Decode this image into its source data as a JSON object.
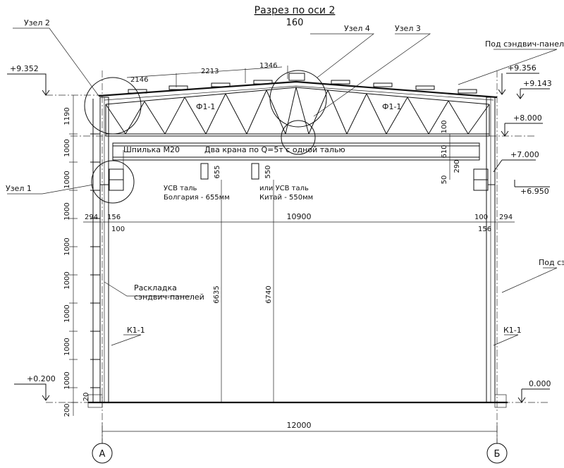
{
  "title": "Разрез по оси 2",
  "scale": "160",
  "nodes": {
    "node1": "Узел 1",
    "node2": "Узел 2",
    "node3": "Узел 3",
    "node4": "Узел 4"
  },
  "callouts": {
    "sandwich_top": "Под сэндвич-панель",
    "sandwich_right": "Под сэ",
    "layout_line1": "Раскладка",
    "layout_line2": "сэндвич-панелей",
    "stud": "Шпилька М20",
    "crane": "Два крана по  Q=5т с одной талью",
    "hoist1_line1": "УСВ таль",
    "hoist1_line2": "Болгария - 655мм",
    "hoist2_line1": "или УСВ таль",
    "hoist2_line2": "Китай - 550мм"
  },
  "members": {
    "truss_left": "Ф1-1",
    "truss_right": "Ф1-1",
    "column_left": "К1-1",
    "column_right": "К1-1"
  },
  "elevations": {
    "left_top": "+9.352",
    "right_top": "+9.356",
    "right_eave": "+9.143",
    "right_8": "+8.000",
    "right_7": "+7.000",
    "right_695": "+6.950",
    "left_02": "+0.200",
    "right_0": "0.000"
  },
  "dimensions": {
    "top_2146": "2146",
    "top_2213": "2213",
    "top_1346": "1346",
    "left_1190": "1190",
    "left_1000a": "1000",
    "left_1000b": "1000",
    "left_1000c": "1000",
    "left_1000d": "1000",
    "left_1000e": "1000",
    "left_1000f": "1000",
    "left_1000g": "1000",
    "left_1000h": "1000",
    "left_20": "20",
    "left_200": "200",
    "span_inner": "10900",
    "left_294": "294",
    "left_156": "156",
    "left_100": "100",
    "right_100": "100",
    "right_294": "294",
    "right_156": "156",
    "height_6635": "6635",
    "height_6740": "6740",
    "hoist_655": "655",
    "hoist_550": "550",
    "right_100v": "100",
    "right_610": "610",
    "right_290": "290",
    "right_50": "50",
    "span_total": "12000"
  },
  "axes": {
    "left": "А",
    "right": "Б"
  }
}
